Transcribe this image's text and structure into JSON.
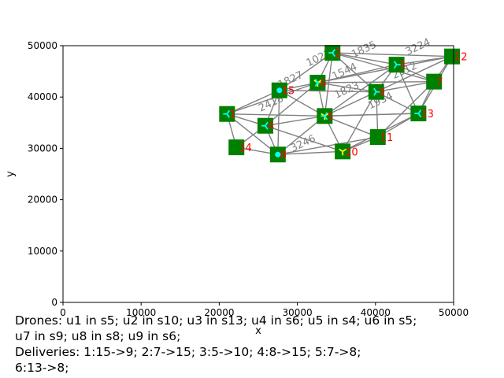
{
  "chart_data": {
    "type": "scatter",
    "title": "",
    "xlabel": "x",
    "ylabel": "y",
    "xlim": [
      0,
      50000
    ],
    "ylim": [
      0,
      50000
    ],
    "x_ticks": [
      0,
      10000,
      20000,
      30000,
      40000,
      50000
    ],
    "y_ticks": [
      0,
      10000,
      20000,
      30000,
      40000,
      50000
    ],
    "grid": false,
    "colors": {
      "station": "#008000",
      "edge": "#808080",
      "edge_label": "#808080",
      "station_label": "#ff0000",
      "drone": "#00ffff",
      "drone_marker": "#ffff00"
    },
    "stations": [
      {
        "id": "1",
        "x": 21000,
        "y": 36700
      },
      {
        "id": "2",
        "x": 34500,
        "y": 48600
      },
      {
        "id": "3",
        "x": 42700,
        "y": 46300
      },
      {
        "id": "4",
        "x": 25900,
        "y": 34400
      },
      {
        "id": "5",
        "x": 33500,
        "y": 36300
      },
      {
        "id": "6",
        "x": 32600,
        "y": 42800
      },
      {
        "id": "7",
        "x": 47500,
        "y": 43000
      },
      {
        "id": "8",
        "x": 27500,
        "y": 28800
      },
      {
        "id": "9",
        "x": 40100,
        "y": 41000
      },
      {
        "id": "10",
        "x": 35800,
        "y": 29400
      },
      {
        "id": "11",
        "x": 40300,
        "y": 32200
      },
      {
        "id": "12",
        "x": 49800,
        "y": 47900
      },
      {
        "id": "13",
        "x": 45500,
        "y": 36800
      },
      {
        "id": "14",
        "x": 22200,
        "y": 30200
      },
      {
        "id": "15",
        "x": 27700,
        "y": 41300
      }
    ],
    "edges": [
      [
        "1",
        "4"
      ],
      [
        "1",
        "15"
      ],
      [
        "1",
        "5"
      ],
      [
        "1",
        "14"
      ],
      [
        "1",
        "8"
      ],
      [
        "1",
        "6"
      ],
      [
        "2",
        "3"
      ],
      [
        "2",
        "6"
      ],
      [
        "2",
        "12"
      ],
      [
        "2",
        "15"
      ],
      [
        "2",
        "9"
      ],
      [
        "2",
        "5"
      ],
      [
        "2",
        "7"
      ],
      [
        "3",
        "12"
      ],
      [
        "3",
        "9"
      ],
      [
        "3",
        "7"
      ],
      [
        "3",
        "6"
      ],
      [
        "3",
        "5"
      ],
      [
        "3",
        "13"
      ],
      [
        "4",
        "15"
      ],
      [
        "4",
        "5"
      ],
      [
        "4",
        "8"
      ],
      [
        "4",
        "14"
      ],
      [
        "4",
        "10"
      ],
      [
        "4",
        "6"
      ],
      [
        "5",
        "6"
      ],
      [
        "5",
        "9"
      ],
      [
        "5",
        "10"
      ],
      [
        "5",
        "11"
      ],
      [
        "5",
        "8"
      ],
      [
        "5",
        "13"
      ],
      [
        "5",
        "15"
      ],
      [
        "6",
        "15"
      ],
      [
        "6",
        "9"
      ],
      [
        "6",
        "7"
      ],
      [
        "6",
        "12"
      ],
      [
        "7",
        "12"
      ],
      [
        "7",
        "9"
      ],
      [
        "7",
        "13"
      ],
      [
        "7",
        "11"
      ],
      [
        "8",
        "14"
      ],
      [
        "8",
        "10"
      ],
      [
        "8",
        "11"
      ],
      [
        "8",
        "15"
      ],
      [
        "9",
        "13"
      ],
      [
        "9",
        "11"
      ],
      [
        "9",
        "12"
      ],
      [
        "9",
        "10"
      ],
      [
        "9",
        "15"
      ],
      [
        "10",
        "11"
      ],
      [
        "10",
        "13"
      ],
      [
        "11",
        "13"
      ],
      [
        "12",
        "13"
      ],
      [
        "13",
        "5"
      ]
    ],
    "edge_labels": [
      {
        "text": "1027",
        "x": 32900,
        "y": 47000
      },
      {
        "text": "1835",
        "x": 38700,
        "y": 48700
      },
      {
        "text": "3224",
        "x": 45600,
        "y": 49200
      },
      {
        "text": "1827",
        "x": 29300,
        "y": 42800
      },
      {
        "text": "1544",
        "x": 36200,
        "y": 44400
      },
      {
        "text": "2912",
        "x": 43900,
        "y": 44600
      },
      {
        "text": "1823",
        "x": 36500,
        "y": 40800
      },
      {
        "text": "2418",
        "x": 26800,
        "y": 38200
      },
      {
        "text": "1934",
        "x": 40800,
        "y": 38700
      },
      {
        "text": "3246",
        "x": 30900,
        "y": 30400
      }
    ],
    "drones": [
      {
        "id": "u1",
        "station": "5",
        "marker": "tri_down"
      },
      {
        "id": "u2",
        "station": "10",
        "marker": "tri_down"
      },
      {
        "id": "u3",
        "station": "13",
        "marker": "tri_left"
      },
      {
        "id": "u4",
        "station": "6",
        "marker": "tri_down"
      },
      {
        "id": "u5",
        "station": "4",
        "marker": "tri_left"
      },
      {
        "id": "u6",
        "station": "5",
        "marker": "tri_left"
      },
      {
        "id": "u7",
        "station": "9",
        "marker": "tri_right"
      },
      {
        "id": "u8",
        "station": "8",
        "marker": "circle"
      },
      {
        "id": "u9",
        "station": "6",
        "marker": "tri_right"
      }
    ],
    "extra_drone_markers": [
      {
        "station": "1",
        "marker": "tri_left"
      },
      {
        "station": "2",
        "marker": "tri_left"
      },
      {
        "station": "3",
        "marker": "tri_right"
      },
      {
        "station": "15",
        "marker": "circle"
      }
    ]
  },
  "caption": {
    "line1": "Drones: u1 in s5; u2 in s10; u3 in s13; u4 in s6; u5 in s4; u6 in s5;",
    "line2": "u7 in s9; u8 in s8; u9 in s6;",
    "line3": "Deliveries: 1:15->9; 2:7->15; 3:5->10; 4:8->15; 5:7->8;",
    "line4": "6:13->8;"
  }
}
